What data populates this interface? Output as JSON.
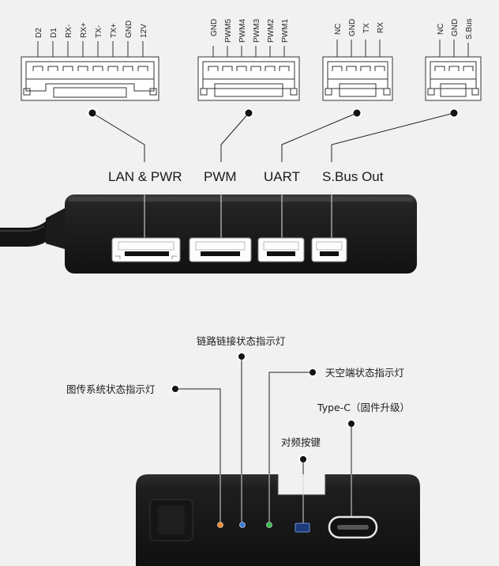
{
  "connectors": [
    {
      "title": "LAN & PWR",
      "pins": [
        "D2",
        "D1",
        "RX-",
        "RX+",
        "TX-",
        "TX+",
        "GND",
        "12V"
      ]
    },
    {
      "title": "PWM",
      "pins": [
        "GND",
        "PWM5",
        "PWM4",
        "PWM3",
        "PWM2",
        "PWM1"
      ]
    },
    {
      "title": "UART",
      "pins": [
        "NC",
        "GND",
        "TX",
        "RX"
      ]
    },
    {
      "title": "S.Bus Out",
      "pins": [
        "NC",
        "GND",
        "S.Bus"
      ]
    }
  ],
  "indicators": {
    "link_status_led": "链路链接状态指示灯",
    "air_unit_status_led": "天空端状态指示灯",
    "video_system_status_led": "图传系统状态指示灯",
    "usb_port": "Type-C（固件升级）",
    "pair_button": "对频按键"
  },
  "colors": {
    "background": "#f1f1f1",
    "device_body": "#1c1c1c",
    "led_orange": "#f08a2c",
    "led_blue": "#3a7bd5",
    "led_green": "#36b84a"
  }
}
